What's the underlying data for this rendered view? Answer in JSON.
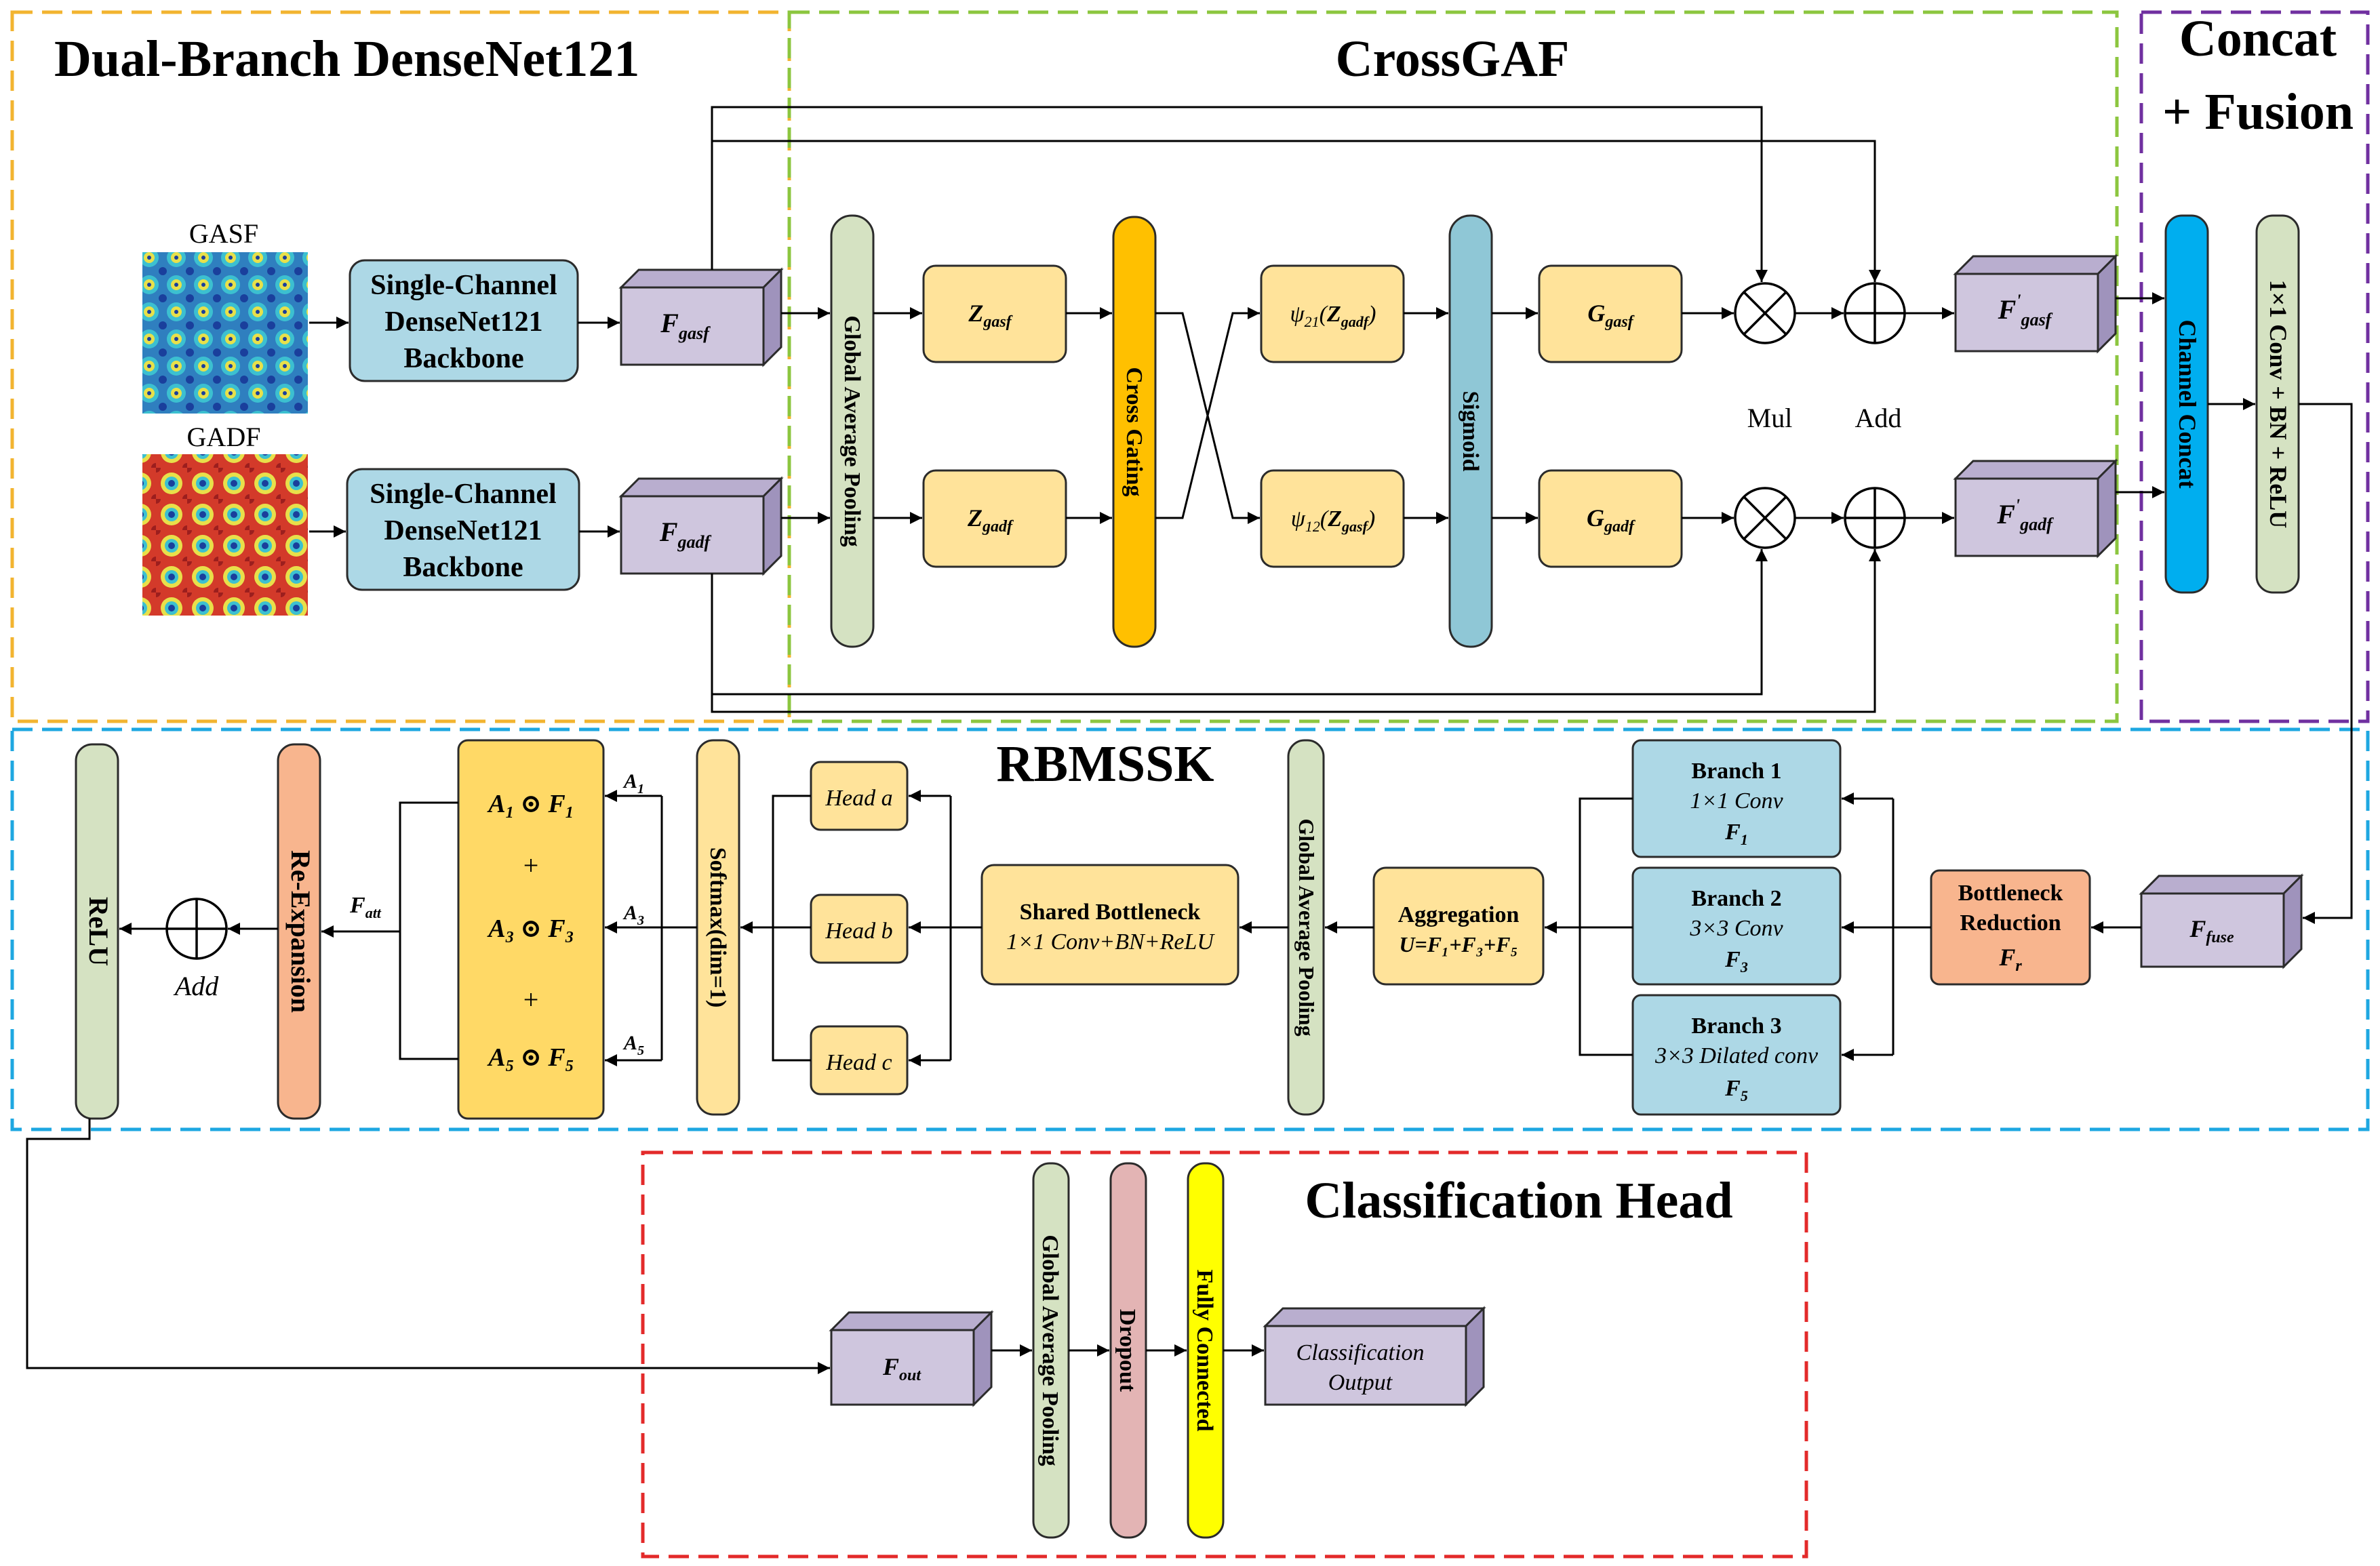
{
  "sections": {
    "dual_branch": "Dual-Branch DenseNet121",
    "crossgaf": "CrossGAF",
    "concat_fusion_1": "Concat",
    "concat_fusion_2": "+ Fusion",
    "rbmssk": "RBMSSK",
    "classification_head": "Classification Head"
  },
  "inputs": {
    "gasf": "GASF",
    "gadf": "GADF"
  },
  "backbone": {
    "line1": "Single-Channel",
    "line2": "DenseNet121",
    "line3": "Backbone"
  },
  "features": {
    "f_gasf": {
      "base": "F",
      "sub": "gasf"
    },
    "f_gadf": {
      "base": "F",
      "sub": "gadf"
    },
    "z_gasf": {
      "base": "Z",
      "sub": "gasf"
    },
    "z_gadf": {
      "base": "Z",
      "sub": "gadf"
    },
    "psi21": {
      "base": "ψ",
      "sub": "21",
      "arg_base": "Z",
      "arg_sub": "gadf"
    },
    "psi12": {
      "base": "ψ",
      "sub": "12",
      "arg_base": "Z",
      "arg_sub": "gasf"
    },
    "g_gasf": {
      "base": "G",
      "sub": "gasf"
    },
    "g_gadf": {
      "base": "G",
      "sub": "gadf"
    },
    "fp_gasf": {
      "base": "F",
      "sup": "'",
      "sub": "gasf"
    },
    "fp_gadf": {
      "base": "F",
      "sup": "'",
      "sub": "gadf"
    }
  },
  "crossgaf_blocks": {
    "gap": "Global Average Pooling",
    "cross_gating": "Cross Gating",
    "sigmoid": "Sigmoid",
    "mul": "Mul",
    "add": "Add"
  },
  "fusion_blocks": {
    "channel_concat": "Channel Concat",
    "conv_bn_relu": "1×1 Conv + BN + ReLU"
  },
  "rbmssk": {
    "f_fuse": {
      "base": "F",
      "sub": "fuse"
    },
    "bottleneck": {
      "line1": "Bottleneck",
      "line2": "Reduction",
      "base": "F",
      "sub": "r"
    },
    "branch1": {
      "title": "Branch 1",
      "op": "1×1 Conv",
      "base": "F",
      "sub": "1"
    },
    "branch2": {
      "title": "Branch 2",
      "op": "3×3 Conv",
      "base": "F",
      "sub": "3"
    },
    "branch3": {
      "title": "Branch 3",
      "op": "3×3 Dilated conv",
      "base": "F",
      "sub": "5"
    },
    "aggregation": {
      "title": "Aggregation",
      "formula": "U=F₁+F₃+F₅"
    },
    "gap": "Global Average Pooling",
    "shared_bottleneck": {
      "title": "Shared Bottleneck",
      "op": "1×1 Conv+BN+ReLU"
    },
    "head_a": "Head a",
    "head_b": "Head b",
    "head_c": "Head c",
    "softmax": "Softmax(dim=1)",
    "a1": {
      "base": "A",
      "sub": "1"
    },
    "a3": {
      "base": "A",
      "sub": "3"
    },
    "a5": {
      "base": "A",
      "sub": "5"
    },
    "weighted": {
      "t1": {
        "a": "A",
        "as": "1",
        "op": "⊙",
        "f": "F",
        "fs": "1"
      },
      "plus1": "+",
      "t2": {
        "a": "A",
        "as": "3",
        "op": "⊙",
        "f": "F",
        "fs": "3"
      },
      "plus2": "+",
      "t3": {
        "a": "A",
        "as": "5",
        "op": "⊙",
        "f": "F",
        "fs": "5"
      }
    },
    "f_att": {
      "base": "F",
      "sub": "att"
    },
    "re_expansion": "Re-Expansion",
    "add": "Add",
    "relu": "ReLU"
  },
  "head": {
    "f_out": {
      "base": "F",
      "sub": "out"
    },
    "gap": "Global Average Pooling",
    "dropout": "Dropout",
    "fc": "Fully Connected",
    "output_line1": "Classification",
    "output_line2": "Output"
  },
  "colors": {
    "yellow_frame": "#F2B430",
    "green_frame": "#8CC63F",
    "purple_frame": "#7030A0",
    "blue_frame": "#1EA7E1",
    "red_frame": "#E32A2A",
    "backbone": "#ADD8E6",
    "feature": "#CFC6DE",
    "gap": "#D5E2C2",
    "z_block": "#FFE39A",
    "cross_gating": "#FFC000",
    "sigmoid": "#8FC7D6",
    "channel_concat": "#00AEEF",
    "bottleneck": "#F8B58E",
    "branch": "#ADD8E6",
    "softmax": "#FFE39A",
    "weighted": "#FFD966",
    "dropout": "#E3B4B4",
    "fc": "#FFFF00"
  }
}
